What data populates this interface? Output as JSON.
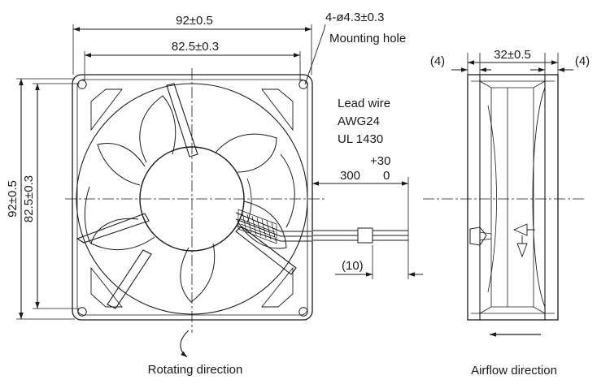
{
  "front_view": {
    "dim_outer_width": "92±0.5",
    "dim_hole_width": "82.5±0.3",
    "dim_outer_height": "92±0.5",
    "dim_hole_height": "82.5±0.3",
    "mounting_hole_spec": "4-ø4.3±0.3",
    "mounting_hole_label": "Mounting hole",
    "lead_wire": [
      "Lead wire",
      "AWG24",
      "UL 1430"
    ],
    "lead_length": "300",
    "lead_tol_plus": "+30",
    "lead_tol_minus": "0",
    "strip_length": "(10)",
    "rotating_direction_label": "Rotating direction"
  },
  "side_view": {
    "dim_left_flange": "(4)",
    "dim_depth": "32±0.5",
    "dim_right_flange": "(4)",
    "airflow_direction_label": "Airflow direction"
  },
  "colors": {
    "line": "#1a1a1a",
    "background": "#ffffff"
  }
}
